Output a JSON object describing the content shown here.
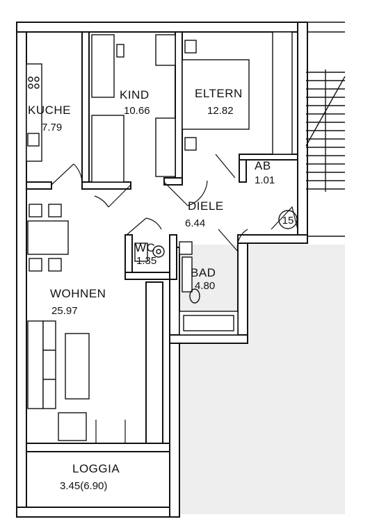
{
  "rooms": {
    "kueche": {
      "name": "KUCHE",
      "area": "7.79"
    },
    "kind": {
      "name": "KIND",
      "area": "10.66"
    },
    "eltern": {
      "name": "ELTERN",
      "area": "12.82"
    },
    "ab": {
      "name": "AB",
      "area": "1.01"
    },
    "diele": {
      "name": "DIELE",
      "area": "6.44"
    },
    "wc": {
      "name": "WC",
      "area": "1.35"
    },
    "bad": {
      "name": "BAD",
      "area": "4.80"
    },
    "wohnen": {
      "name": "WOHNEN",
      "area": "25.97"
    },
    "loggia": {
      "name": "LOGGIA",
      "area": "3.45(6.90)"
    }
  },
  "stair_marker": "15",
  "colors": {
    "line": "#111111",
    "shaded": "#eeeeee",
    "background": "#ffffff"
  }
}
